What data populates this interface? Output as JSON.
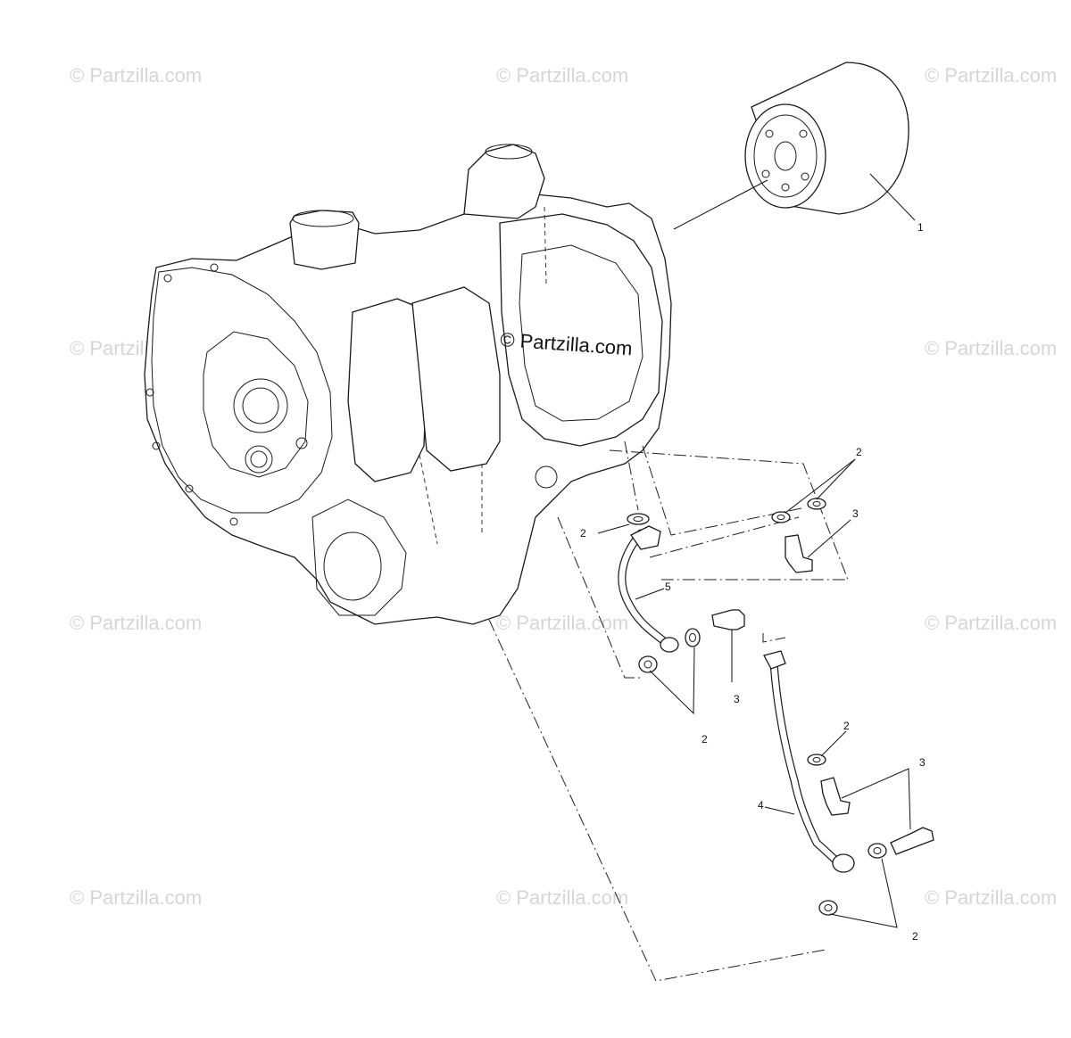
{
  "watermark": {
    "text": "© Partzilla.com"
  },
  "callouts": {
    "oil_filter": "1",
    "washer_set_a": "2",
    "banjo_bolt_a": "3",
    "upper_oil_line": "5",
    "washer_set_b": "2",
    "banjo_bolt_b": "3",
    "washer_set_c": "2",
    "washer_single": "2",
    "banjo_bolt_c": "3",
    "lower_oil_line": "4",
    "washer_set_d": "2"
  },
  "colors": {
    "line": "#1a1a1a",
    "watermark": "#d6d6d6",
    "background": "#ffffff"
  }
}
